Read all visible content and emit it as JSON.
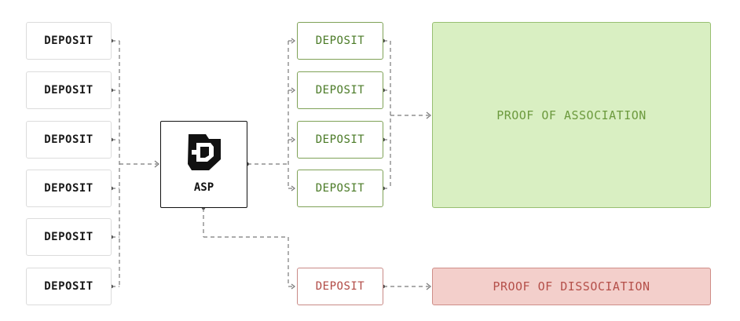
{
  "sources": [
    {
      "label": "DEPOSIT"
    },
    {
      "label": "DEPOSIT"
    },
    {
      "label": "DEPOSIT"
    },
    {
      "label": "DEPOSIT"
    },
    {
      "label": "DEPOSIT"
    },
    {
      "label": "DEPOSIT"
    }
  ],
  "asp": {
    "label": "ASP",
    "icon": "asp-logo-icon"
  },
  "associated": [
    {
      "label": "DEPOSIT"
    },
    {
      "label": "DEPOSIT"
    },
    {
      "label": "DEPOSIT"
    },
    {
      "label": "DEPOSIT"
    }
  ],
  "dissociated": {
    "label": "DEPOSIT"
  },
  "proof_of_association": {
    "label": "PROOF OF ASSOCIATION"
  },
  "proof_of_dissociation": {
    "label": "PROOF OF DISSOCIATION"
  },
  "colors": {
    "association_fill": "#d9efc2",
    "association_text": "#6c9a3e",
    "dissociation_fill": "#f3cfcb",
    "dissociation_text": "#b5504a",
    "connector": "#777777"
  }
}
